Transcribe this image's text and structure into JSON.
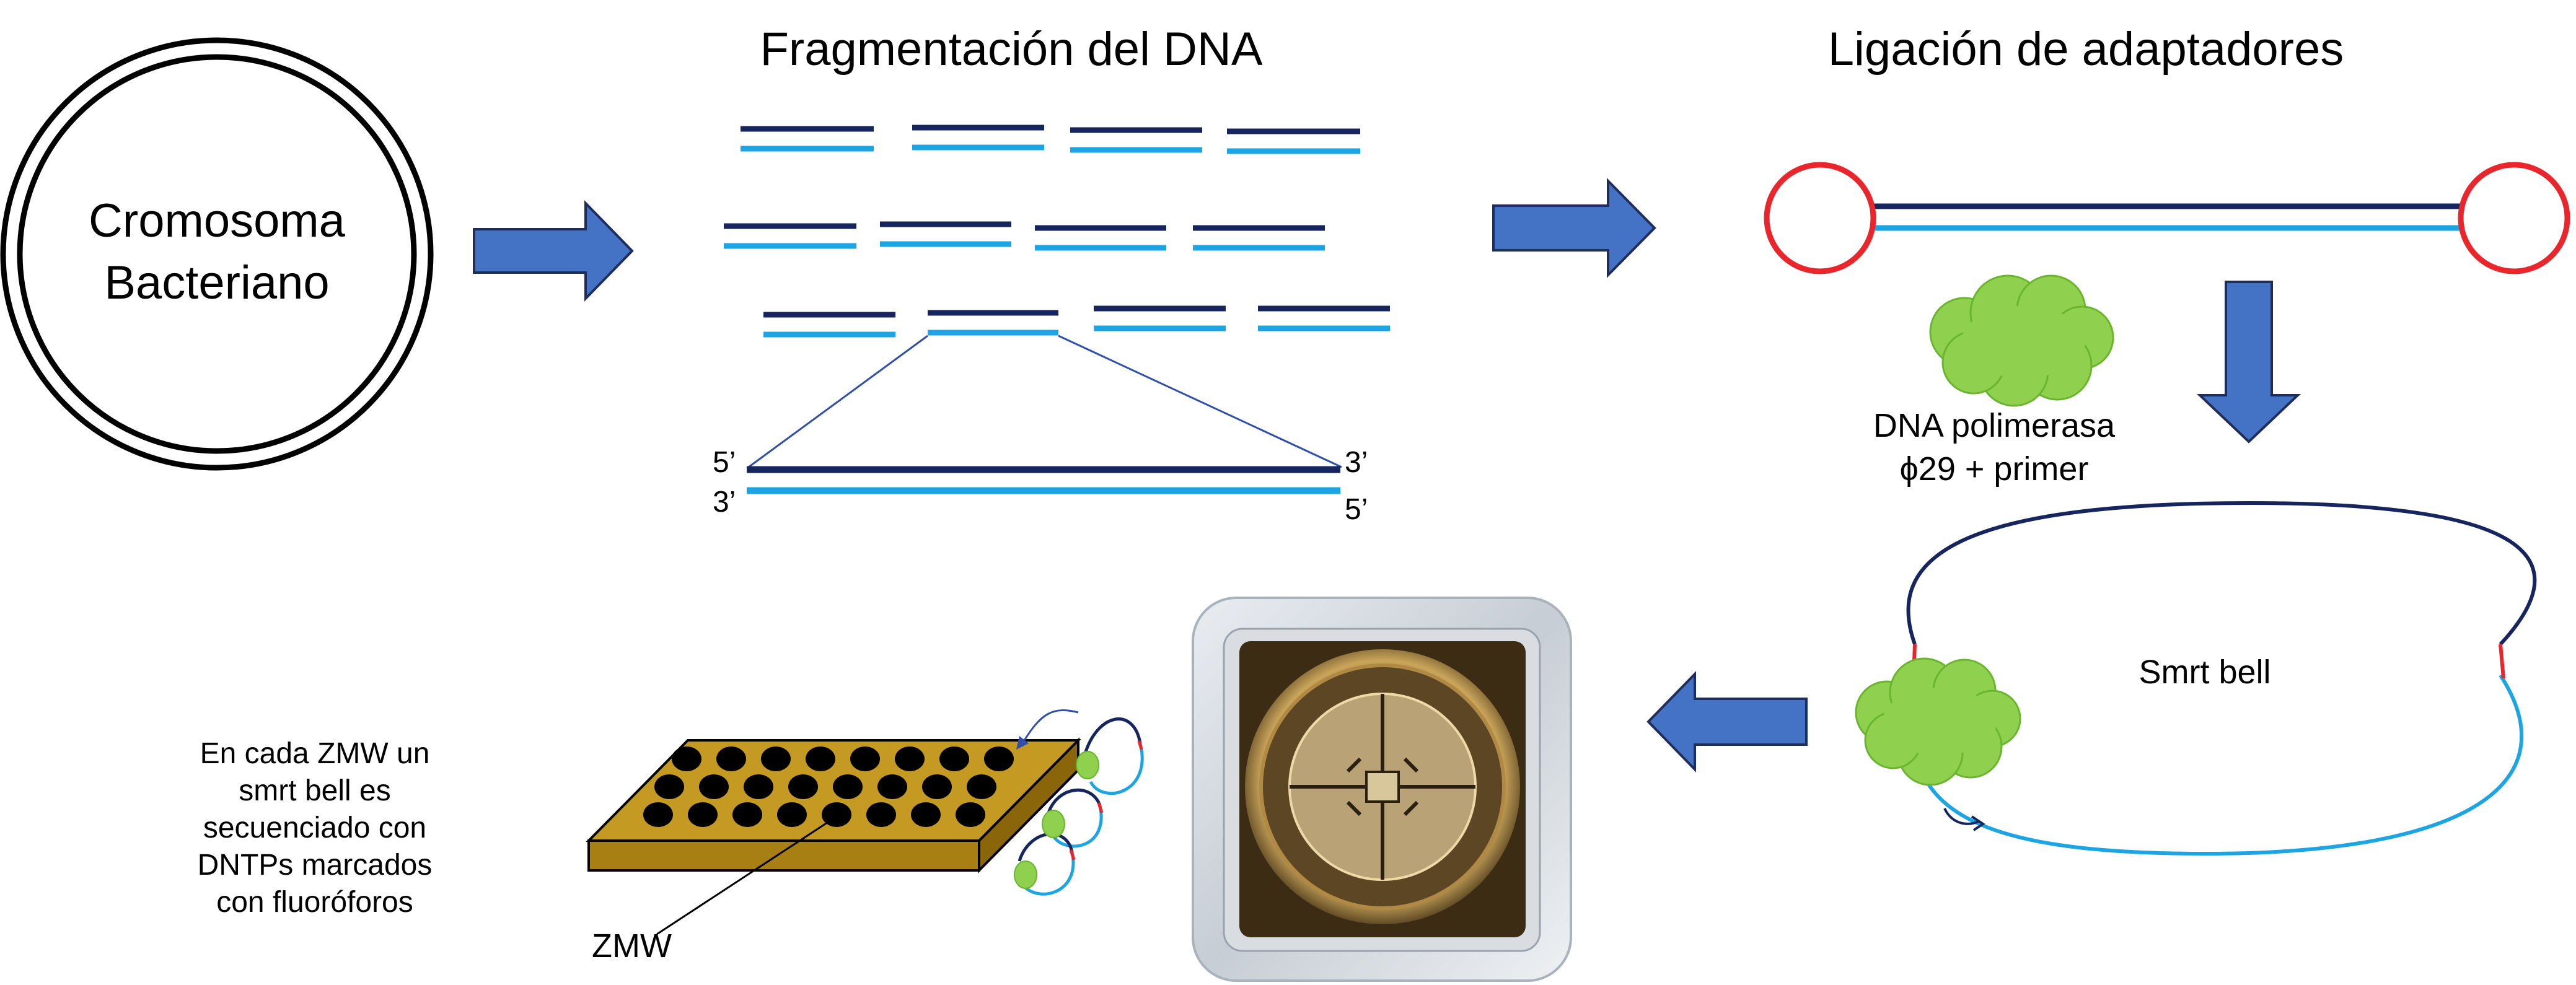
{
  "labels": {
    "chromosome_line1": "Cromosoma",
    "chromosome_line2": "Bacteriano",
    "fragmentation_title": "Fragmentación del DNA",
    "ligation_title": "Ligación de adaptadores",
    "end_5_top": "5’",
    "end_3_top": "3’",
    "end_3_bottom": "3’",
    "end_5_bottom": "5’",
    "polymerase_line1": "DNA polimerasa",
    "polymerase_line2": "ϕ29 + primer",
    "smrt_bell": "Smrt bell",
    "zmw": "ZMW",
    "sequencing_note": [
      "En cada ZMW un",
      "smrt bell es",
      "secuenciado con",
      "DNTPs marcados",
      "con fluoróforos"
    ]
  },
  "colors": {
    "dark_strand": "#17255e",
    "light_strand": "#1da4e3",
    "arrow_fill": "#4472c4",
    "arrow_stroke": "#1f2d5a",
    "hairpin": "#e8262b",
    "polymerase": "#8fd14f",
    "chip_top": "#c49a22",
    "chip_side": "#a87f12",
    "well": "#000000"
  },
  "icons": {
    "arrows": "block-arrow-icon",
    "polymerase": "cloud-icon",
    "sequencing_cell": "smrt-cell-photo"
  }
}
